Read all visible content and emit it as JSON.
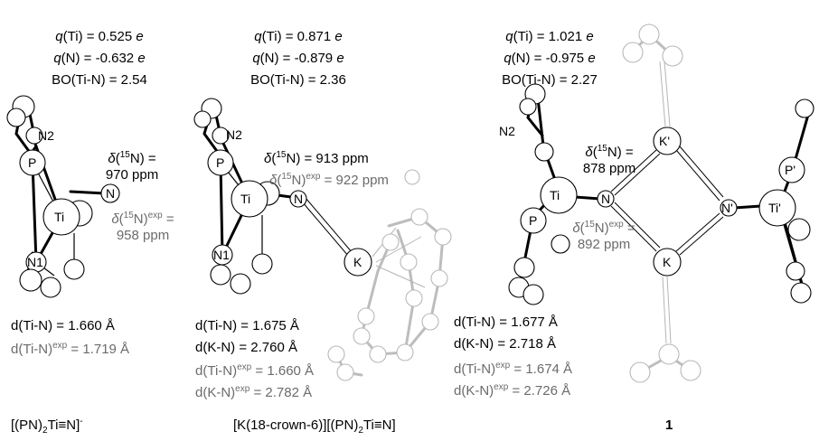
{
  "panels": [
    {
      "id": "anion",
      "charges": {
        "q_ti": "0.525",
        "q_n": "-0.632",
        "bo": "2.54"
      },
      "nmr_calc": "970 ppm",
      "nmr_exp": "958 ppm",
      "d_tin": "1.660 Å",
      "d_tin_exp": "1.719 Å",
      "caption_pre": "[(PN)",
      "caption_sub": "2",
      "caption_post": "Ti≡N]",
      "caption_sup": "-"
    },
    {
      "id": "crown",
      "charges": {
        "q_ti": "0.871",
        "q_n": "-0.879",
        "bo": "2.36"
      },
      "nmr_calc": "913 ppm",
      "nmr_exp": "922 ppm",
      "d_tin": "1.675 Å",
      "d_kn": "2.760 Å",
      "d_tin_exp": "1.660 Å",
      "d_kn_exp": "2.782 Å",
      "caption_pre": "[K(18-crown-6)][(PN)",
      "caption_sub": "2",
      "caption_post": "Ti≡N]"
    },
    {
      "id": "dimer",
      "charges": {
        "q_ti": "1.021",
        "q_n": "-0.975",
        "bo": "2.27"
      },
      "nmr_calc": "878 ppm",
      "nmr_exp": "892 ppm",
      "d_tin": "1.677 Å",
      "d_kn": "2.718 Å",
      "d_tin_exp": "1.674 Å",
      "d_kn_exp": "2.726 Å",
      "caption": "1"
    }
  ],
  "text": {
    "q": "q",
    "ti": "Ti",
    "n": "N",
    "e": "e",
    "bo_label": "BO(Ti-N) = ",
    "delta": "δ",
    "n15": "15",
    "exp": "exp",
    "d_tin_label": "d(Ti-N)",
    "d_kn_label": "d(K-N)",
    "eq": " = "
  },
  "atoms": {
    "ti": "Ti",
    "p": "P",
    "n": "N",
    "n1": "N1",
    "n2": "N2",
    "k": "K",
    "k_prime": "K'",
    "n_prime": "N'",
    "ti_prime": "Ti'",
    "p_prime": "P'"
  }
}
